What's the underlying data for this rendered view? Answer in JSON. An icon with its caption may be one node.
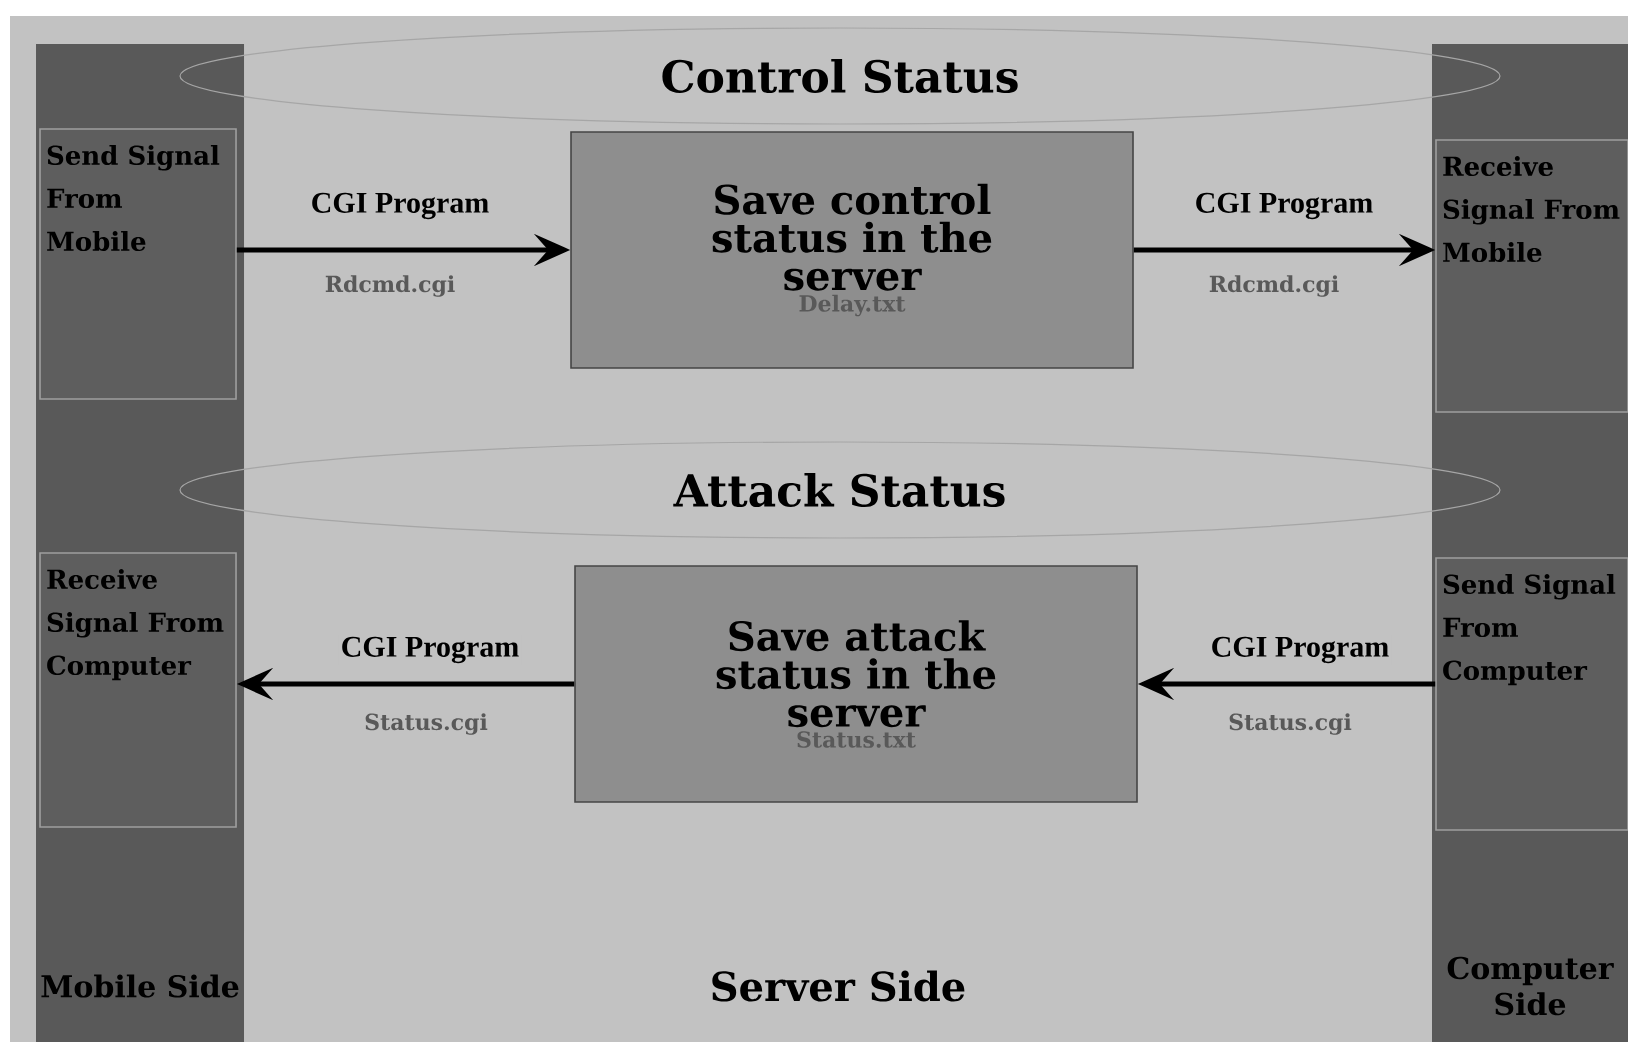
{
  "diagram": {
    "nodes": [
      {
        "text": [
          "Control Status"
        ]
      },
      {
        "text": [
          "Send Signal From Mobile"
        ]
      },
      {
        "text": [
          "Save control status in the server",
          "Delay.txt"
        ]
      },
      {
        "text": [
          "Receive Signal From Mobile"
        ]
      },
      {
        "text": [
          "Attack Status"
        ]
      },
      {
        "text": [
          "Receive Signal From Computer"
        ]
      },
      {
        "text": [
          "Save attack status in the server",
          "Status.txt"
        ]
      },
      {
        "text": [
          "Send Signal From Computer"
        ]
      },
      {
        "text": [
          "Mobile Side"
        ]
      },
      {
        "text": [
          "Server Side"
        ]
      },
      {
        "text": [
          "Computer Side"
        ]
      }
    ],
    "edges": [
      {
        "from": 1,
        "to": 2,
        "arrow": "to",
        "label": "CGI Program"
      },
      {
        "from": 2,
        "to": 3,
        "arrow": "to",
        "label": "CGI Program"
      },
      {
        "from": 6,
        "to": 5,
        "arrow": "to",
        "label": "CGI Program"
      },
      {
        "from": 7,
        "to": 6,
        "arrow": "to",
        "label": "CGI Program"
      }
    ],
    "labels": [
      "Rdcmd.cgi",
      "Rdcmd.cgi",
      "Status.cgi",
      "Status.cgi"
    ]
  }
}
